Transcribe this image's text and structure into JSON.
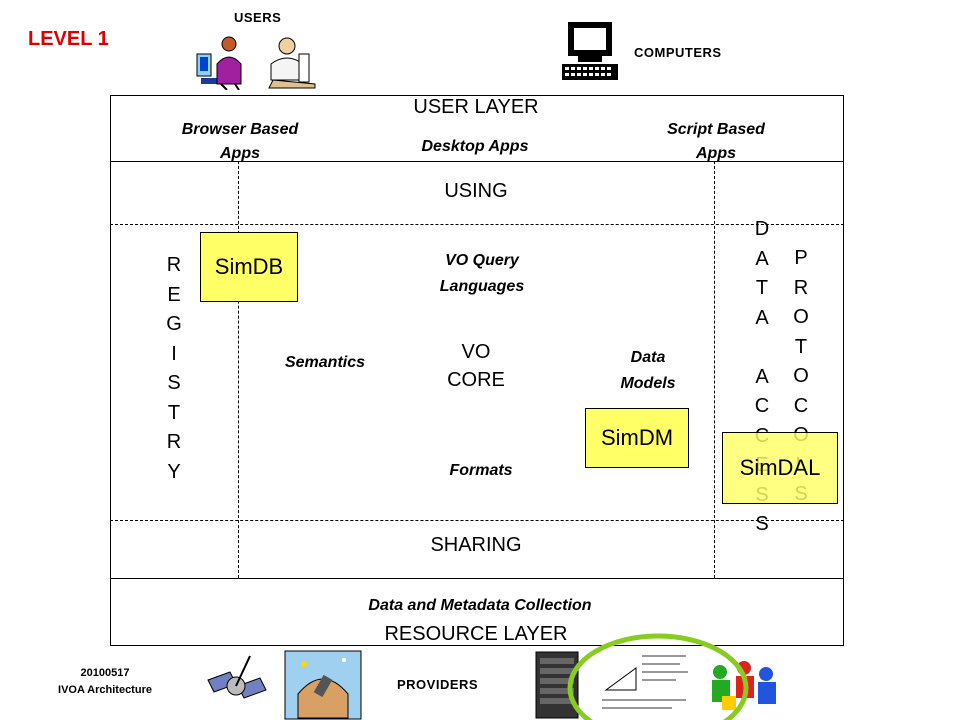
{
  "level_title": "LEVEL 1",
  "top": {
    "users_label": "USERS",
    "computers_label": "COMPUTERS"
  },
  "user_layer": {
    "title": "USER LAYER",
    "browser_apps": [
      "Browser Based",
      "Apps"
    ],
    "desktop_apps": "Desktop Apps",
    "script_apps": [
      "Script Based",
      "Apps"
    ]
  },
  "using_label": "USING",
  "core": {
    "query_languages": [
      "VO Query",
      "Languages"
    ],
    "semantics": "Semantics",
    "vo_core": [
      "VO",
      "CORE"
    ],
    "data_models": [
      "Data",
      "Models"
    ],
    "formats": "Formats"
  },
  "registry_letters": [
    "R",
    "E",
    "G",
    "I",
    "S",
    "T",
    "R",
    "Y"
  ],
  "data_access_letters": [
    "D",
    "A",
    "T",
    "A",
    "",
    "A",
    "C",
    "C",
    "E",
    "S",
    "S"
  ],
  "protocols_letters": [
    "P",
    "R",
    "O",
    "T",
    "O",
    "C",
    "O",
    "L",
    "S"
  ],
  "notes": {
    "simdb": "SimDB",
    "simdm": "SimDM",
    "simdal": "SimDAL"
  },
  "sharing_label": "SHARING",
  "resource_layer": {
    "collection": "Data and Metadata Collection",
    "title": "RESOURCE LAYER"
  },
  "footer": {
    "date": "20100517",
    "subtitle": "IVOA Architecture",
    "providers_label": "PROVIDERS"
  },
  "colors": {
    "level_title": "#dd0000",
    "note_fill": "#ffff66",
    "highlight_ring": "#88cc22"
  }
}
